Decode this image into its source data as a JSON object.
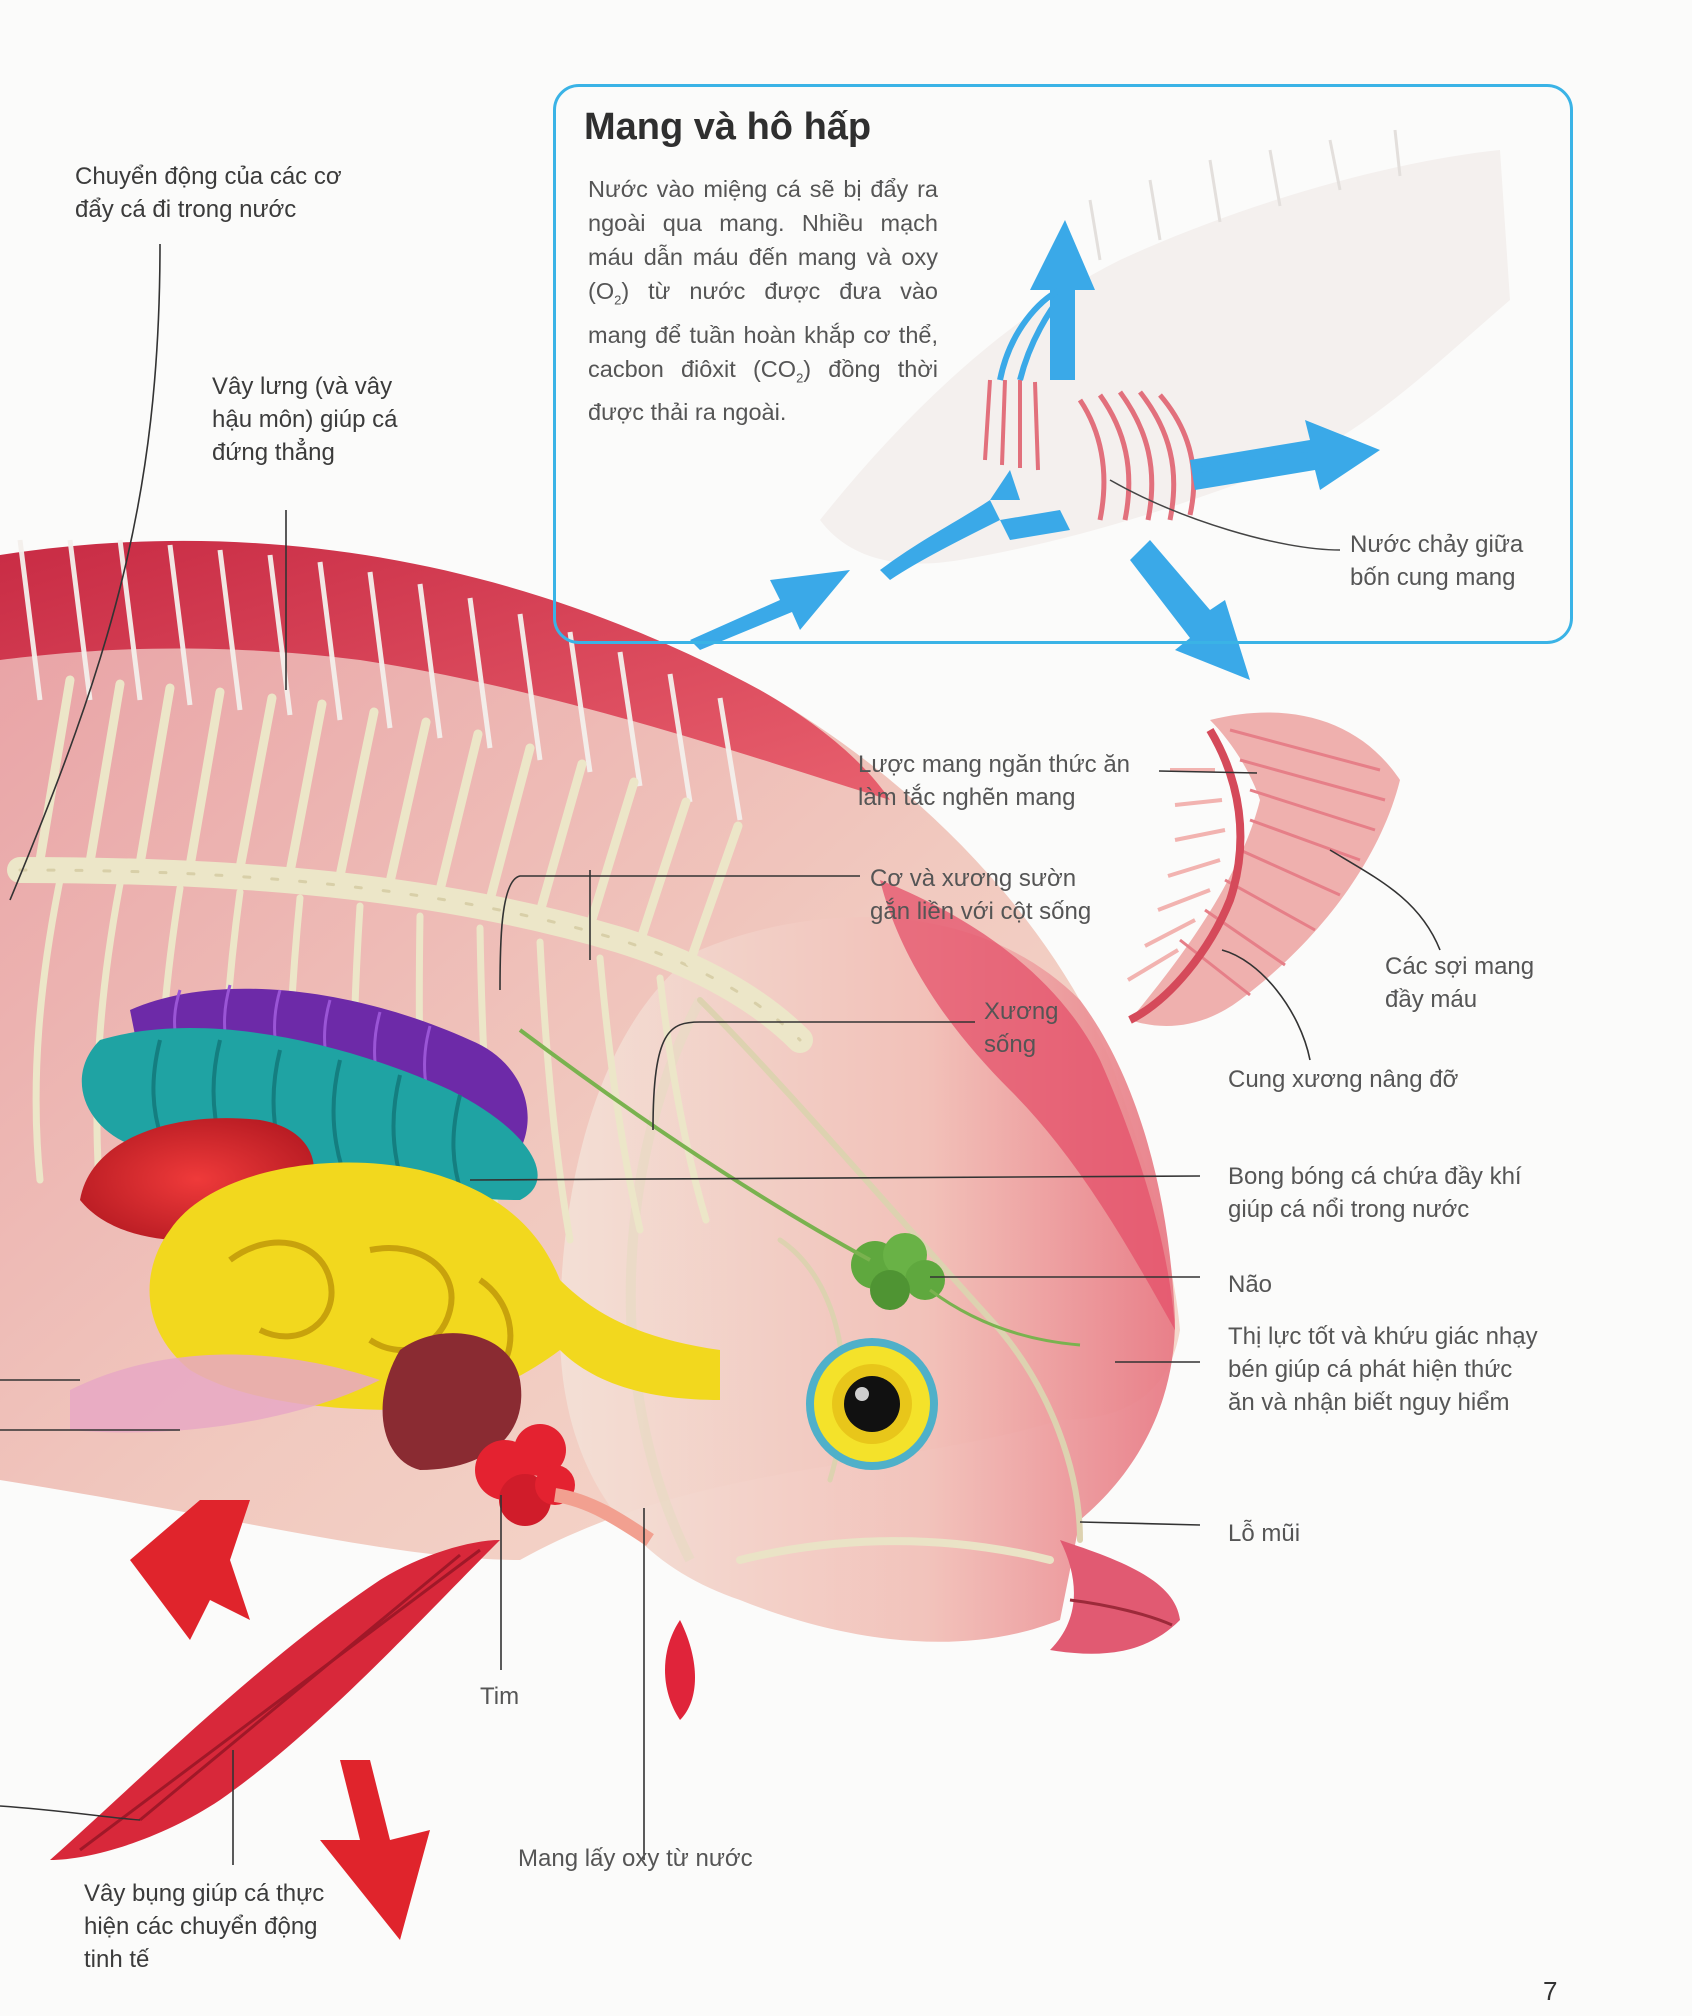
{
  "box": {
    "title": "Mang và hô hấp",
    "body": {
      "part1": "Nước vào miệng cá sẽ bị đẩy ra ngoài qua mang. Nhiều mạch máu dẫn máu đến mang và oxy (O",
      "sub1": "2",
      "part2": ") từ nước được đưa vào mang để tuần hoàn khắp cơ thể, cacbon điôxit (CO",
      "sub2": "2",
      "part3": ") đồng thời được thải ra ngoài."
    },
    "flow_label": "Nước chảy giữa\nbốn cung mang"
  },
  "labels": {
    "muscle_movement": "Chuyển động của các cơ\nđẩy cá đi trong nước",
    "dorsal_fin": "Vây lưng (và vây\nhậu môn) giúp cá\nđứng thẳng",
    "gill_rakers": "Lược mang ngăn thức ăn\nlàm tắc nghẽn mang",
    "ribs": "Cơ và xương sườn\ngắn liền với cột sống",
    "spine": "Xương\nsống",
    "gill_filaments": "Các sợi mang\nđầy máu",
    "gill_arch": "Cung xương nâng đỡ",
    "swim_bladder": "Bong bóng cá chứa đầy khí\ngiúp cá nổi trong nước",
    "brain": "Não",
    "senses": "Thị lực tốt và khứu giác nhạy\nbén giúp cá phát hiện thức\năn và nhận biết nguy hiểm",
    "nostril": "Lỗ mũi",
    "heart": "Tim",
    "gills_oxygen": "Mang lấy oxy từ nước",
    "pelvic_fin": "Vây bụng giúp cá thực\nhiện các chuyển động\ntinh tế"
  },
  "page_number": "7",
  "colors": {
    "box_border": "#3ab3e6",
    "arrow_blue": "#3aa9e8",
    "arrow_red": "#e0242c",
    "muscle": "#d8344c",
    "bone": "#ece6c8",
    "swim_bladder": "#1fa3a3",
    "kidney": "#6d2aa8",
    "intestine": "#f2d81e",
    "eye": "#f4e22a"
  }
}
